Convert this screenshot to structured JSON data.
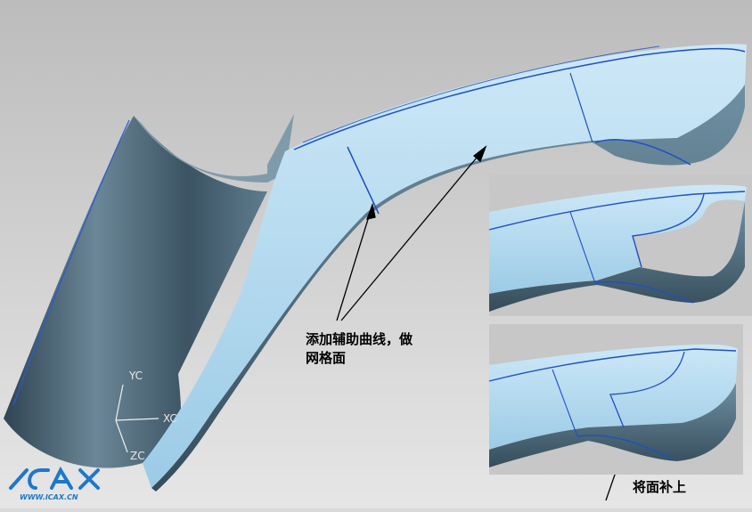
{
  "annotations": {
    "mesh_note": "添加辅助曲线，做\n网格面",
    "patch_note": "将面补上"
  },
  "axes": {
    "y": "YC",
    "x": "XC",
    "z": "ZC"
  },
  "logo": {
    "text": "iCAX",
    "url": "WWW.ICAX.CN"
  },
  "colors": {
    "background": "#d9d9d9",
    "inset_background": "#c8c8c8",
    "surface_top": "#b4d9ef",
    "surface_side": "#4f6f82",
    "cylinder": "#4d6575",
    "edge_line": "#1f4fc4"
  }
}
